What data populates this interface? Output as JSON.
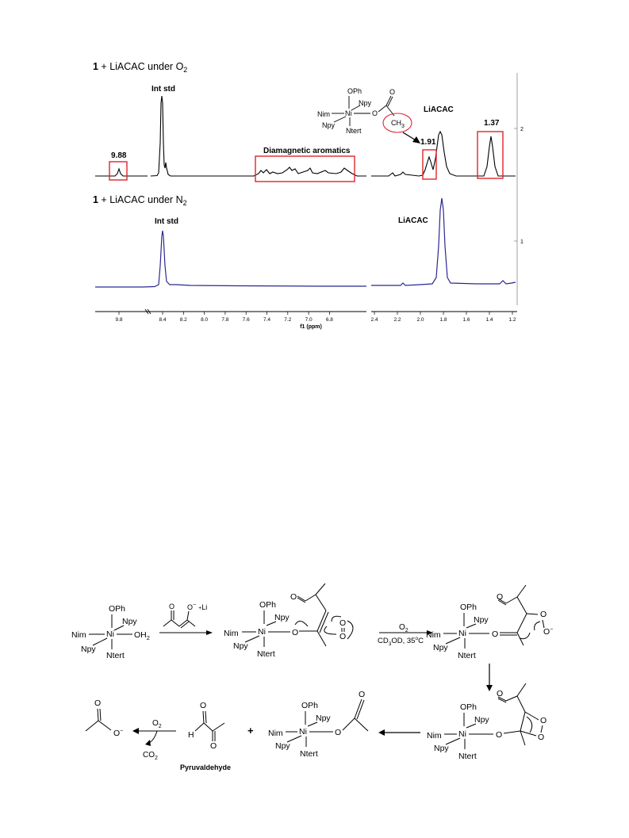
{
  "nmr": {
    "spectra": [
      {
        "title_prefix": "1",
        "title_main": " + LiACAC under O",
        "title_sub": "2",
        "labels": {
          "int_std": "Int std",
          "liacac": "LiACAC",
          "aromatics": "Diamagnetic aromatics",
          "peak_988": "9.88",
          "peak_191": "1.91",
          "peak_137": "1.37"
        },
        "scale_label": "2",
        "color": "#000000"
      },
      {
        "title_prefix": "1",
        "title_main": " + LiACAC under N",
        "title_sub": "2",
        "labels": {
          "int_std": "Int std",
          "liacac": "LiACAC"
        },
        "scale_label": "1",
        "color": "#2b2891"
      }
    ],
    "axis": {
      "ticks": [
        "9.8",
        "8.4",
        "8.2",
        "8.0",
        "7.8",
        "7.6",
        "7.4",
        "7.2",
        "7.0",
        "6.8",
        "2.4",
        "2.2",
        "2.0",
        "1.8",
        "1.6",
        "1.4",
        "1.2"
      ],
      "label": "f1 (ppm)"
    },
    "inset": {
      "labels": {
        "oph": "OPh",
        "npy_top": "Npy",
        "nim": "Nim",
        "ni": "Ni",
        "o": "O",
        "npy_bottom": "Npy",
        "ntert": "Ntert",
        "ch3_main": "CH",
        "ch3_sub": "3"
      }
    },
    "highlight_color": "#e0242b"
  },
  "scheme": {
    "complex": {
      "oph": "OPh",
      "npy": "Npy",
      "nim": "Nim",
      "ni": "Ni",
      "ntert": "Ntert",
      "o": "O",
      "oh2_main": "OH",
      "oh2_sub": "2"
    },
    "reagent": {
      "o_minus": "O",
      "minus": "−",
      "li_plus": "+",
      "li": "Li",
      "carbonyl_o": "O"
    },
    "conditions": {
      "o2_main": "O",
      "o2_sub": "2",
      "solvent_main": "CD",
      "solvent_sub": "3",
      "solvent_rest": "OD, 35",
      "degree": "o",
      "celsius": "C"
    },
    "products": {
      "acetate_minus": "−",
      "o2_main": "O",
      "o2_sub": "2",
      "co2_main": "CO",
      "co2_sub": "2",
      "h": "H",
      "pyruvaldehyde": "Pyruvaldehyde",
      "plus": "+",
      "o": "O",
      "peroxide_minus": "−"
    }
  }
}
